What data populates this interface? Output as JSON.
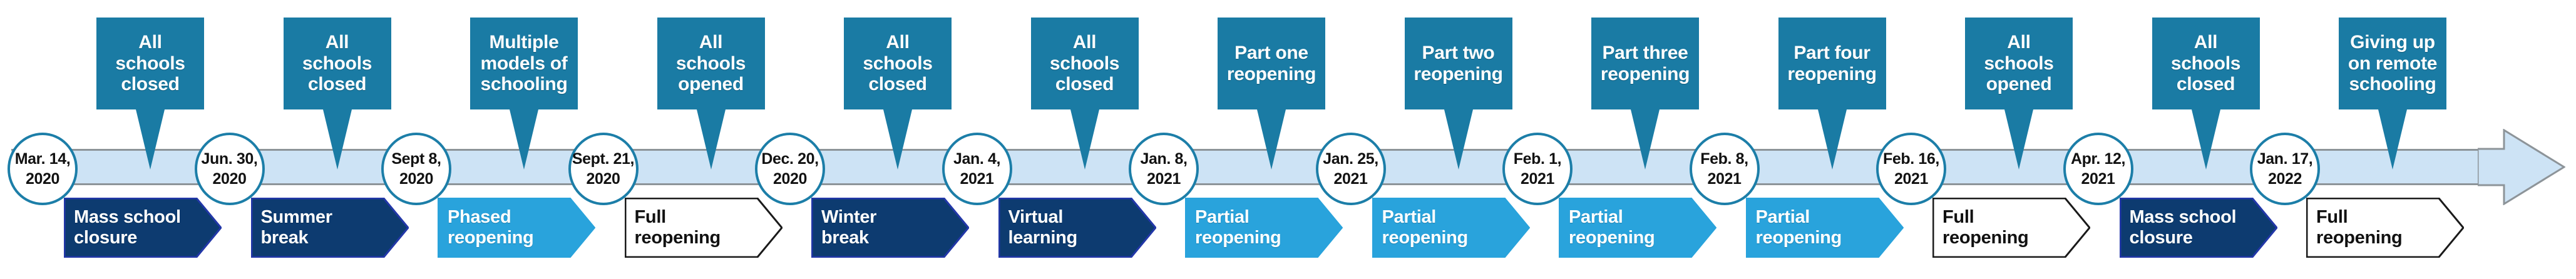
{
  "figure": {
    "name": "school-closure-reopening-timeline",
    "colors": {
      "callout_fill": "#1a7ba4",
      "band_fill": "#cde3f5",
      "band_border": "#8d9499",
      "circle_border": "#1c7ea8",
      "arrow_navy": "#0d3b70",
      "arrow_navy_border": "#2237a8",
      "arrow_blue": "#29a3dc",
      "arrow_white": "#ffffff",
      "arrow_white_border": "#1a1a1a",
      "text_light": "#ffffff",
      "text_dark": "#111111"
    }
  },
  "timeline": {
    "end_arrow_name": "timeline-continues-arrow",
    "segments": [
      {
        "date_line1": "Mar. 14,",
        "date_line2": "2020",
        "callout": "All schools\nclosed",
        "callout_line1": "All schools",
        "callout_line2": "closed",
        "arrow_line1": "Mass school",
        "arrow_line2": "closure",
        "arrow_style": "navy"
      },
      {
        "date_line1": "Jun. 30,",
        "date_line2": "2020",
        "callout": "All schools\nclosed",
        "callout_line1": "All schools",
        "callout_line2": "closed",
        "arrow_line1": "Summer",
        "arrow_line2": "break",
        "arrow_style": "navy"
      },
      {
        "date_line1": "Sept 8,",
        "date_line2": "2020",
        "callout": "Multiple\nmodels of\nschooling",
        "callout_line1": "Multiple",
        "callout_line2": "models of",
        "callout_line3": "schooling",
        "arrow_line1": "Phased",
        "arrow_line2": "reopening",
        "arrow_style": "blue"
      },
      {
        "date_line1": "Sept. 21,",
        "date_line2": "2020",
        "callout": "All schools\nopened",
        "callout_line1": "All schools",
        "callout_line2": "opened",
        "arrow_line1": "Full",
        "arrow_line2": "reopening",
        "arrow_style": "white"
      },
      {
        "date_line1": "Dec. 20,",
        "date_line2": "2020",
        "callout": "All schools\nclosed",
        "callout_line1": "All schools",
        "callout_line2": "closed",
        "arrow_line1": "Winter",
        "arrow_line2": "break",
        "arrow_style": "navy"
      },
      {
        "date_line1": "Jan. 4,",
        "date_line2": "2021",
        "callout": "All schools\nclosed",
        "callout_line1": "All schools",
        "callout_line2": "closed",
        "arrow_line1": "Virtual",
        "arrow_line2": "learning",
        "arrow_style": "navy"
      },
      {
        "date_line1": "Jan. 8,",
        "date_line2": "2021",
        "callout": "Part one\nreopening",
        "callout_line1": "Part one",
        "callout_line2": "reopening",
        "arrow_line1": "Partial",
        "arrow_line2": "reopening",
        "arrow_style": "blue"
      },
      {
        "date_line1": "Jan. 25,",
        "date_line2": "2021",
        "callout": "Part two\nreopening",
        "callout_line1": "Part two",
        "callout_line2": "reopening",
        "arrow_line1": "Partial",
        "arrow_line2": "reopening",
        "arrow_style": "blue"
      },
      {
        "date_line1": "Feb. 1,",
        "date_line2": "2021",
        "callout": "Part three\nreopening",
        "callout_line1": "Part three",
        "callout_line2": "reopening",
        "arrow_line1": "Partial",
        "arrow_line2": "reopening",
        "arrow_style": "blue"
      },
      {
        "date_line1": "Feb. 8,",
        "date_line2": "2021",
        "callout": "Part four\nreopening",
        "callout_line1": "Part four",
        "callout_line2": "reopening",
        "arrow_line1": "Partial",
        "arrow_line2": "reopening",
        "arrow_style": "blue"
      },
      {
        "date_line1": "Feb. 16,",
        "date_line2": "2021",
        "callout": "All schools\nopened",
        "callout_line1": "All schools",
        "callout_line2": "opened",
        "arrow_line1": "Full",
        "arrow_line2": "reopening",
        "arrow_style": "white"
      },
      {
        "date_line1": "Apr. 12,",
        "date_line2": "2021",
        "callout": "All schools\nclosed",
        "callout_line1": "All schools",
        "callout_line2": "closed",
        "arrow_line1": "Mass school",
        "arrow_line2": "closure",
        "arrow_style": "navy"
      },
      {
        "date_line1": "Jan. 17,",
        "date_line2": "2022",
        "callout": "Giving up\non remote\nschooling",
        "callout_line1": "Giving up",
        "callout_line2": "on remote",
        "callout_line3": "schooling",
        "arrow_line1": "Full",
        "arrow_line2": "reopening",
        "arrow_style": "white"
      }
    ]
  }
}
